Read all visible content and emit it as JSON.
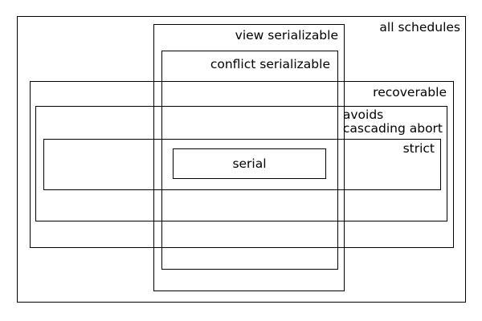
{
  "canvas": {
    "background_color": "#ffffff",
    "line_color": "#000000",
    "text_color": "#000000"
  },
  "boxes": {
    "all_schedules": {
      "label": "all schedules"
    },
    "view_serializable": {
      "label": "view serializable"
    },
    "conflict_serializable": {
      "label": "conflict serializable"
    },
    "recoverable": {
      "label": "recoverable"
    },
    "avoids_cascading_abort": {
      "label": "avoids\ncascading abort"
    },
    "strict": {
      "label": "strict"
    },
    "serial": {
      "label": "serial"
    }
  }
}
